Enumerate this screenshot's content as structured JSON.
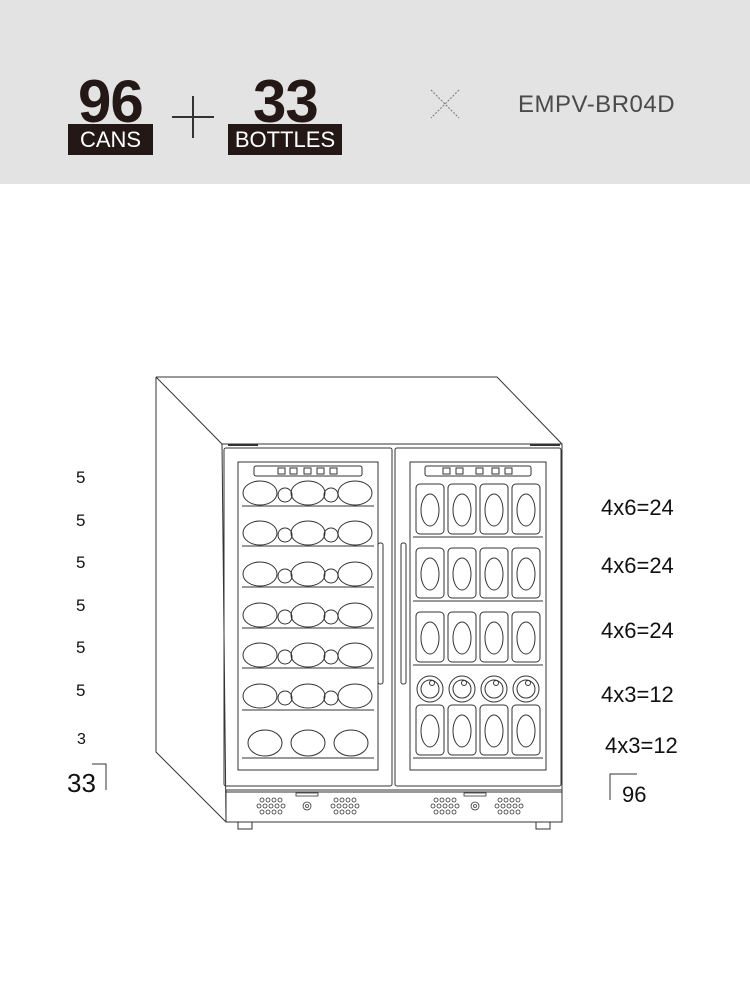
{
  "header": {
    "cans_count": "96",
    "cans_label": "CANS",
    "bottles_count": "33",
    "bottles_label": "BOTTLES",
    "model": "EMPV-BR04D"
  },
  "left_zone": {
    "shelf_counts": [
      "5",
      "5",
      "5",
      "5",
      "5",
      "5",
      "3"
    ],
    "total": "33"
  },
  "right_zone": {
    "shelf_counts": [
      "4x6=24",
      "4x6=24",
      "4x6=24",
      "4x3=12",
      "4x3=12"
    ],
    "total": "96"
  }
}
